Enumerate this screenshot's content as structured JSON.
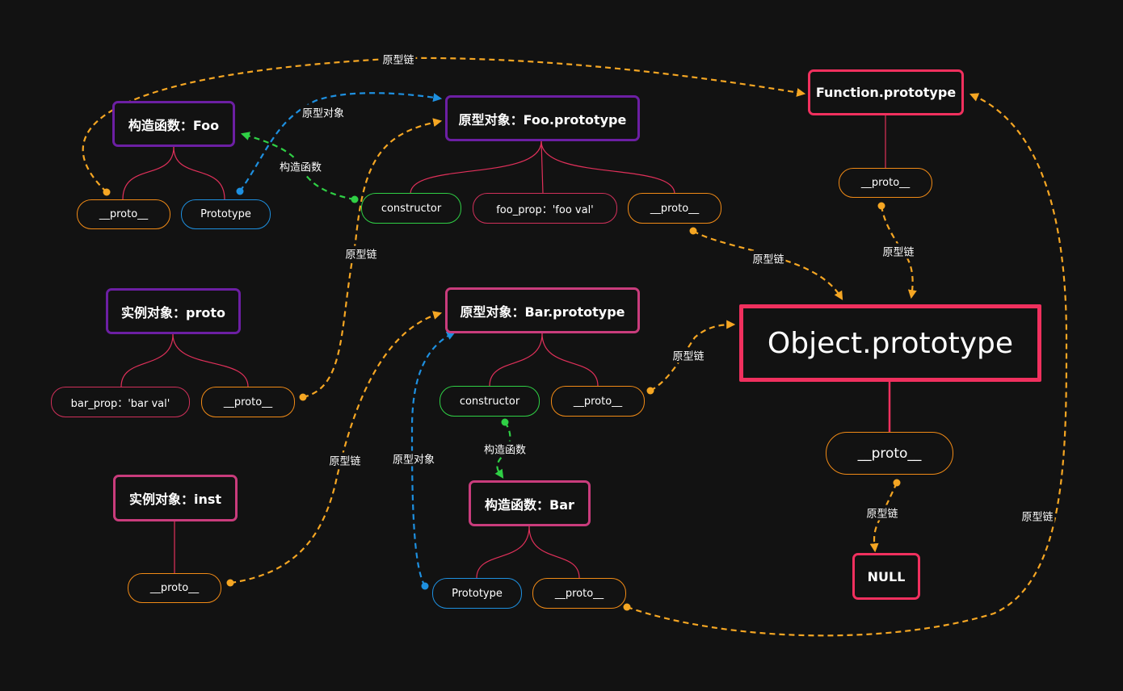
{
  "nodes": {
    "foo_ctor": "构造函数：Foo",
    "foo_proto_obj": "原型对象：Foo.prototype",
    "function_prototype": "Function.prototype",
    "instance_proto": "实例对象：proto",
    "bar_proto_obj": "原型对象：Bar.prototype",
    "object_prototype": "Object.prototype",
    "instance_inst": "实例对象：inst",
    "bar_ctor": "构造函数：Bar",
    "null_node": "NULL"
  },
  "props": {
    "foo_ctor_proto": "__proto__",
    "foo_ctor_prototype": "Prototype",
    "foo_proto_constructor": "constructor",
    "foo_prop": "foo_prop：'foo val'",
    "foo_proto_proto": "__proto__",
    "func_proto_proto": "__proto__",
    "bar_prop": "bar_prop：'bar val'",
    "proto_inst_proto": "__proto__",
    "bar_proto_constructor": "constructor",
    "bar_proto_proto": "__proto__",
    "object_proto_proto": "__proto__",
    "inst_proto": "__proto__",
    "bar_ctor_prototype": "Prototype",
    "bar_ctor_proto": "__proto__"
  },
  "edge_labels": {
    "chain_top": "原型链",
    "foo_prototype_link": "原型对象",
    "foo_constructor_link": "构造函数",
    "proto_to_foo_proto": "原型链",
    "foo_proto_to_object": "原型链",
    "func_to_object": "原型链",
    "bar_proto_to_object": "原型链",
    "bar_constructor_link": "构造函数",
    "inst_to_bar_proto": "原型链",
    "bar_prototype_link": "原型对象",
    "object_to_null": "原型链",
    "bar_ctor_to_function": "原型链"
  },
  "colors": {
    "chain": "#f5a623",
    "prototype_link": "#1e90e0",
    "constructor_link": "#2fcf45",
    "tree": "#e0305a"
  }
}
